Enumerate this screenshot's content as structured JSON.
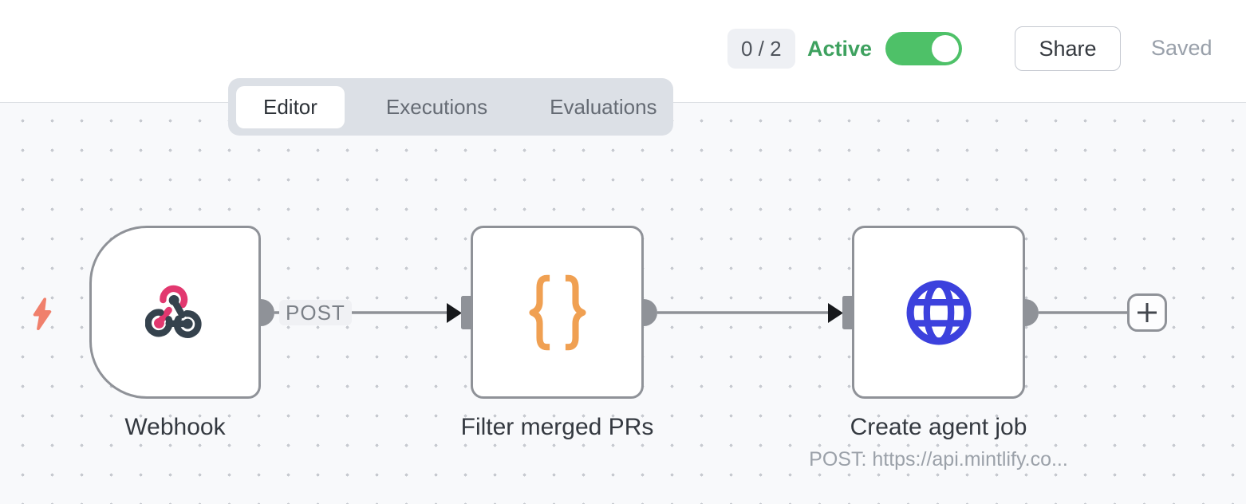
{
  "header": {
    "waiting_executions_badge": "0 / 2",
    "active_label": "Active",
    "active_toggle_state": "on",
    "share_button": "Share",
    "save_status": "Saved"
  },
  "tabs": {
    "editor": "Editor",
    "executions": "Executions",
    "evaluations": "Evaluations",
    "selected": "Editor"
  },
  "workflow": {
    "nodes": [
      {
        "title": "Webhook",
        "type": "webhook-trigger",
        "icon": "webhook-icon"
      },
      {
        "title": "Filter merged PRs",
        "type": "code",
        "icon": "code-braces-icon"
      },
      {
        "title": "Create agent job",
        "type": "http-request",
        "icon": "globe-icon",
        "subtitle": "POST: https://api.mintlify.co..."
      }
    ],
    "connections": [
      {
        "from": "Webhook",
        "to": "Filter merged PRs",
        "label": "POST"
      },
      {
        "from": "Filter merged PRs",
        "to": "Create agent job",
        "label": ""
      },
      {
        "from": "Create agent job",
        "to": "add-node",
        "label": ""
      }
    ]
  },
  "colors": {
    "toggle_green": "#4ec168",
    "active_text_green": "#3ea15f",
    "node_border_gray": "#8f9298",
    "webhook_pink": "#e2386f",
    "webhook_slate": "#35424d",
    "code_orange": "#f0a052",
    "http_blue": "#3c41dd",
    "trigger_bolt_coral": "#f0806c",
    "canvas_bg": "#f8f9fb"
  }
}
